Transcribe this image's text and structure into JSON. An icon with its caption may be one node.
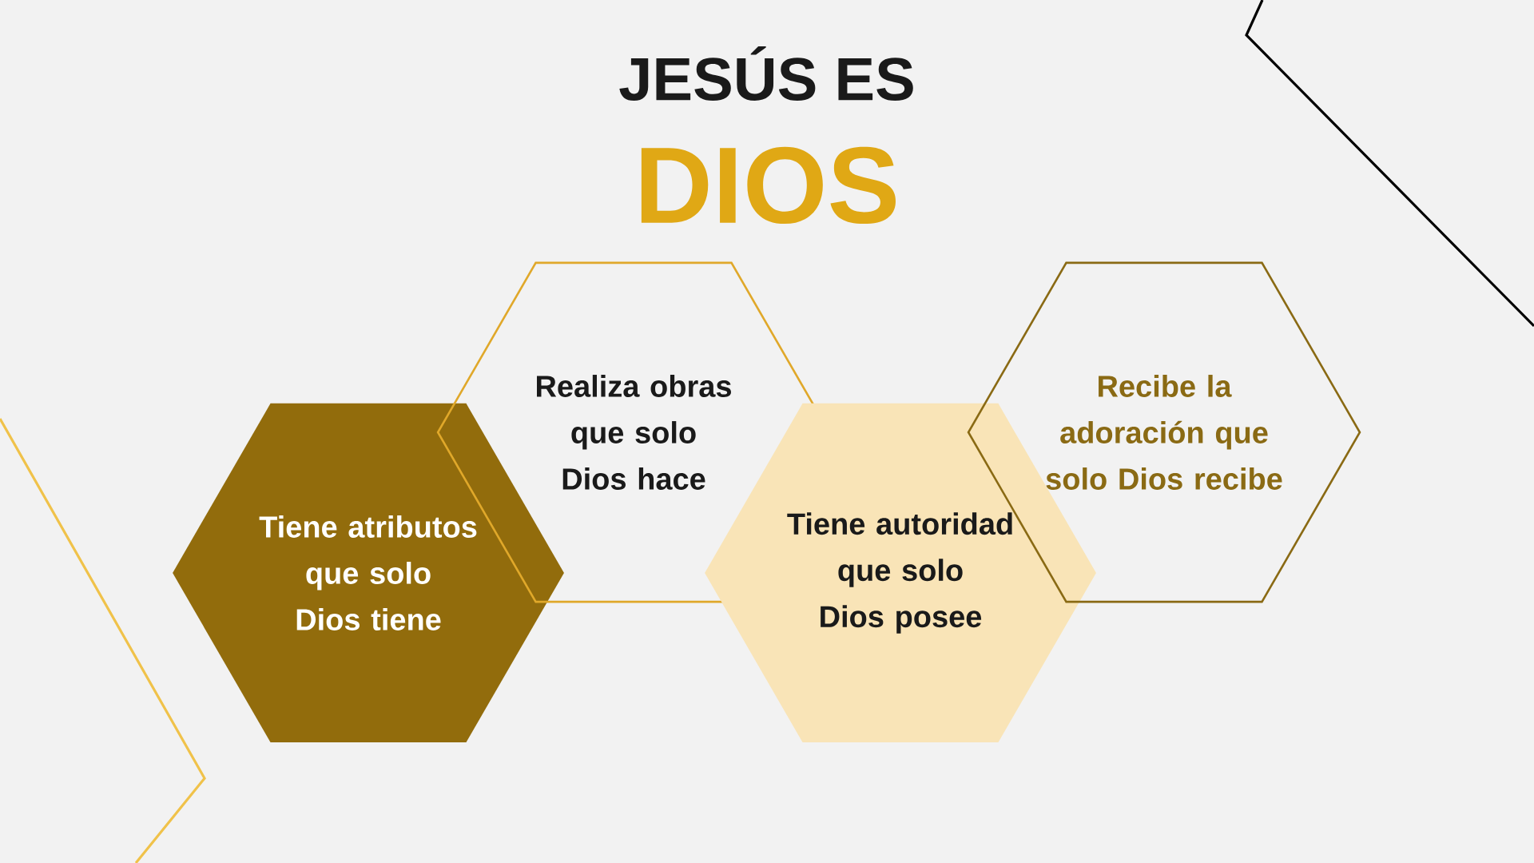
{
  "diagram": {
    "title": "JESÚS ES",
    "nodes": [
      {
        "text": [
          "Tiene atributos que solo Dios tiene"
        ]
      },
      {
        "text": [
          "Realiza obras que solo Dios hace"
        ]
      },
      {
        "text": [
          "Tiene autoridad que solo Dios posee"
        ]
      },
      {
        "text": [
          "Recibe la adoración que solo Dios recibe"
        ]
      }
    ],
    "labels": [
      "DIOS"
    ]
  }
}
